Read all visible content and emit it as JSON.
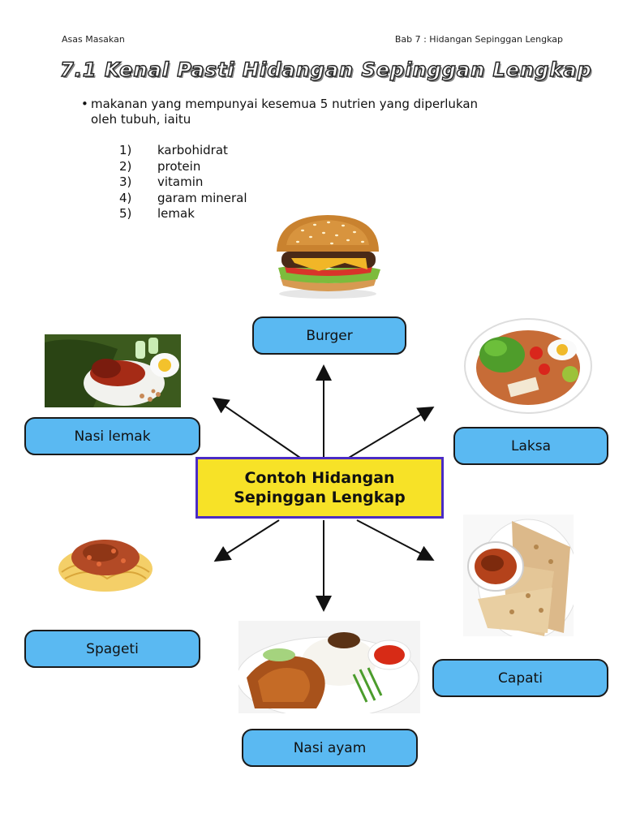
{
  "header": {
    "left": "Asas Masakan",
    "right": "Bab 7 : Hidangan Sepinggan Lengkap"
  },
  "title": "7.1 Kenal Pasti Hidangan Sepinggan Lengkap",
  "intro": {
    "bullet": "•",
    "line1": "makanan yang mempunyai kesemua 5 nutrien yang diperlukan",
    "line2": "oleh tubuh, iaitu"
  },
  "nutrients": [
    {
      "num": "1)",
      "name": "karbohidrat"
    },
    {
      "num": "2)",
      "name": "protein"
    },
    {
      "num": "3)",
      "name": "vitamin"
    },
    {
      "num": "4)",
      "name": "garam mineral"
    },
    {
      "num": "5)",
      "name": "lemak"
    }
  ],
  "center": {
    "line1": "Contoh Hidangan",
    "line2": "Sepinggan Lengkap"
  },
  "dishes": {
    "burger": "Burger",
    "nasi_lemak": "Nasi lemak",
    "laksa": "Laksa",
    "spageti": "Spageti",
    "capati": "Capati",
    "nasi_ayam": "Nasi ayam"
  },
  "colors": {
    "label_fill": "#5ab9f2",
    "center_fill": "#f7e227",
    "center_border": "#4b2cc4"
  }
}
